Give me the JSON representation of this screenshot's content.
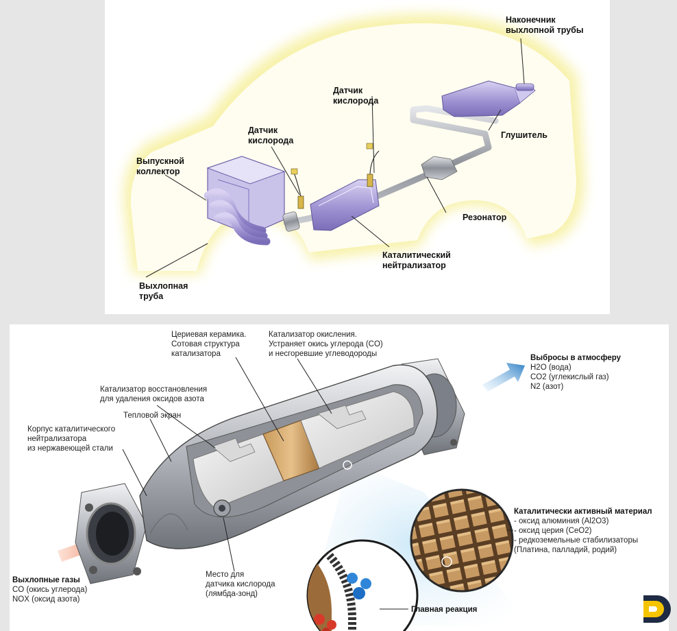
{
  "top": {
    "labels": {
      "tailpipe_tip": "Наконечник\nвыхлопной трубы",
      "o2_sensor_rear": "Датчик\nкислорода",
      "o2_sensor_front": "Датчик\nкислорода",
      "exhaust_manifold": "Выпускной\nколлектор",
      "muffler": "Глушитель",
      "resonator": "Резонатор",
      "catalytic_converter": "Каталитический\nнейтрализатор",
      "exhaust_pipe": "Выхлопная\nтруба"
    }
  },
  "bottom": {
    "labels": {
      "ceria_ceramic": "Цериевая керамика.\nСотовая структура\nкатализатора",
      "oxidation_catalyst": "Катализатор окисления.\nУстраняет окись углерода (CO)\nи несгоревшие углеводороды",
      "reduction_catalyst": "Катализатор восстановления\nдля удаления оксидов азота",
      "heat_shield": "Тепловой экран",
      "housing": "Корпус каталитического\nнейтрализатора\nиз нержавеющей стали",
      "sensor_place": "Место для\nдатчика кислорода\n(лямбда-зонд)",
      "main_reaction": "Главная реакция"
    },
    "emissions": {
      "title": "Выбросы в атмосферу",
      "items": [
        "H2O (вода)",
        "CO2 (углекислый газ)",
        "N2 (азот)"
      ]
    },
    "exhaust_gases": {
      "title": "Выхлопные газы",
      "items": [
        "CO (окись углерода)",
        "NOX (оксид азота)"
      ]
    },
    "active_material": {
      "title": "Каталитически активный материал",
      "items": [
        "- оксид алюминия (Al2O3)",
        "- оксид церия (CeO2)",
        "- редкоземельные стабилизаторы",
        "(Платина, палладий, родий)"
      ]
    }
  },
  "colors": {
    "car_glow": "#f7f1a6",
    "pipe_purple": "#a99bd8",
    "steel": "#b9bcc2",
    "ceramic_brown": "#b98b4f",
    "arrow_blue": "#3f86c8",
    "arrow_red": "#e8542c",
    "logo_yellow": "#f5c400",
    "logo_dark": "#1f2b44"
  }
}
